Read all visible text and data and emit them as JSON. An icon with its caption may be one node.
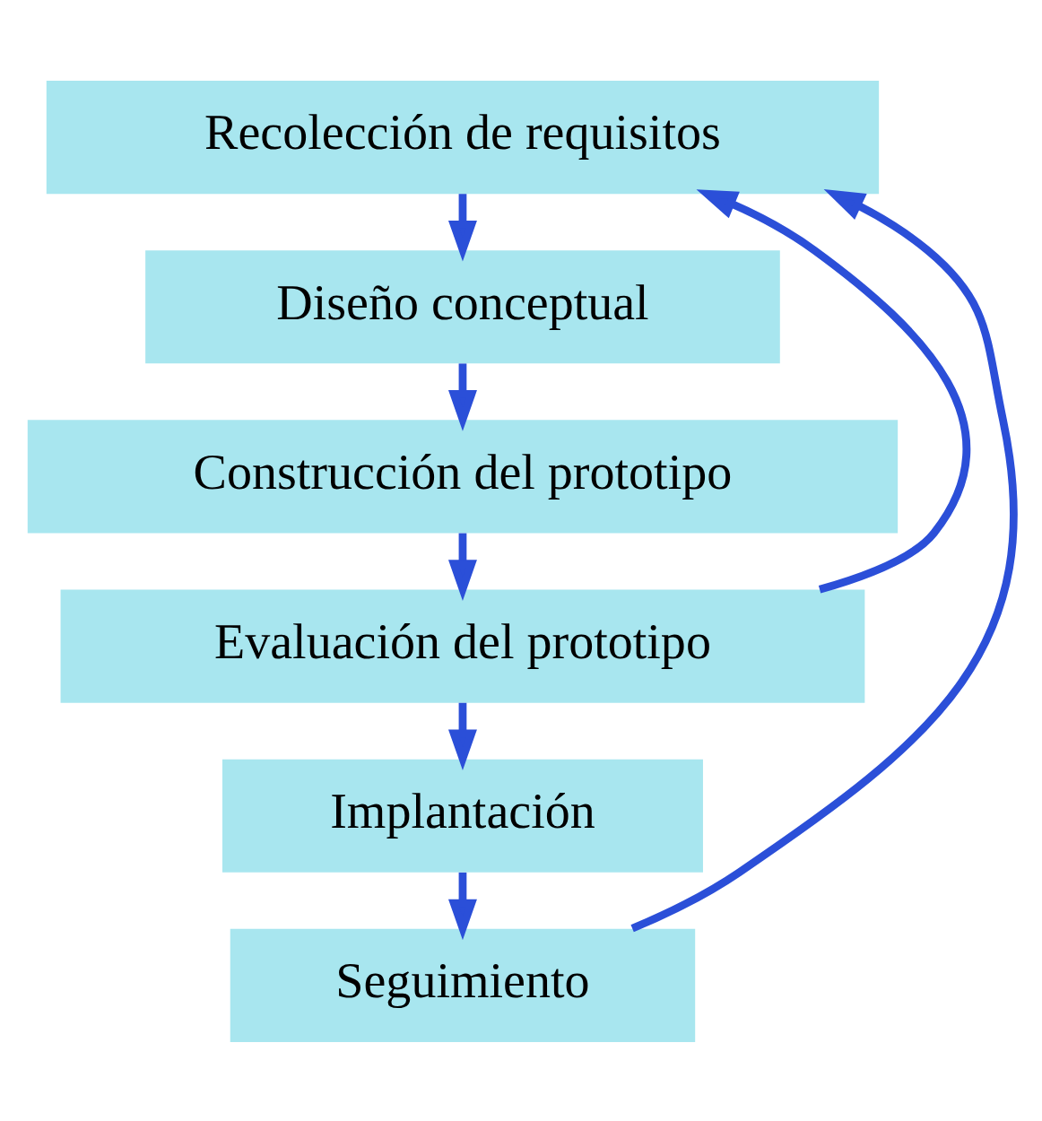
{
  "diagram": {
    "nodes": [
      {
        "text": [
          "Recolección de requisitos"
        ]
      },
      {
        "text": [
          "Diseño conceptual"
        ]
      },
      {
        "text": [
          "Construcción del prototipo"
        ]
      },
      {
        "text": [
          "Evaluación del prototipo"
        ]
      },
      {
        "text": [
          "Implantación"
        ]
      },
      {
        "text": [
          "Seguimiento"
        ]
      }
    ],
    "edges": [
      {
        "from": 0,
        "to": 1,
        "arrow": "to"
      },
      {
        "from": 1,
        "to": 2,
        "arrow": "to"
      },
      {
        "from": 2,
        "to": 3,
        "arrow": "to"
      },
      {
        "from": 3,
        "to": 4,
        "arrow": "to"
      },
      {
        "from": 4,
        "to": 5,
        "arrow": "to"
      },
      {
        "from": 3,
        "to": 0,
        "arrow": "to"
      },
      {
        "from": 5,
        "to": 0,
        "arrow": "to"
      }
    ]
  }
}
